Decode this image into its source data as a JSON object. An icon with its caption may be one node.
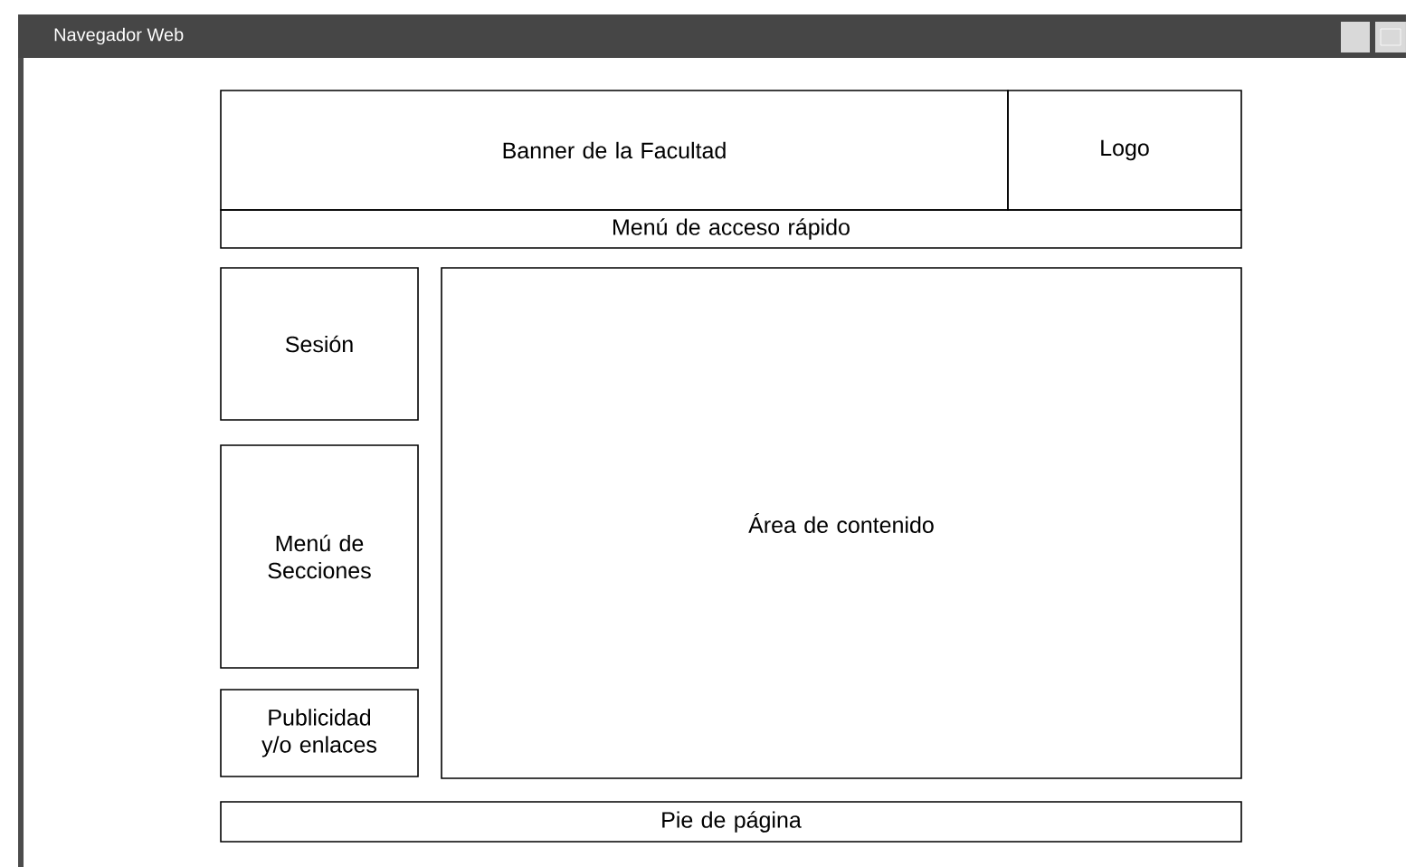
{
  "diagram": {
    "nodes": [
      {
        "text": [
          "Navegador Web"
        ]
      },
      {
        "text": [
          "Banner de la Facultad"
        ],
        "in": 0
      },
      {
        "text": [
          "Logo"
        ],
        "in": 0
      },
      {
        "text": [
          "Menú de acceso rápido"
        ],
        "in": 0
      },
      {
        "text": [
          "Sesión"
        ],
        "in": 0
      },
      {
        "text": [
          "Menú de Secciones"
        ],
        "in": 0
      },
      {
        "text": [
          "Publicidad y/o enlaces"
        ],
        "in": 0
      },
      {
        "text": [
          "Área de contenido"
        ],
        "in": 0
      },
      {
        "text": [
          "Pie de página"
        ],
        "in": 0
      }
    ]
  }
}
